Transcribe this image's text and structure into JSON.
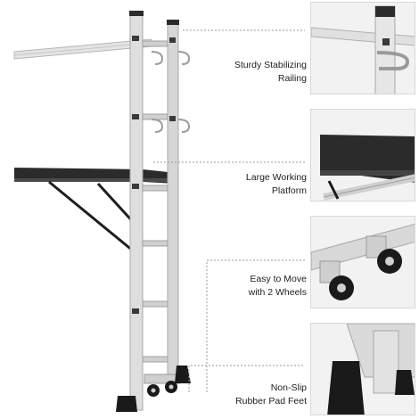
{
  "features": [
    {
      "id": "railing",
      "line1": "Sturdy Stabilizing",
      "line2": "Railing"
    },
    {
      "id": "platform",
      "line1": "Large Working",
      "line2": "Platform"
    },
    {
      "id": "wheels",
      "line1": "Easy to Move",
      "line2": "with 2 Wheels"
    },
    {
      "id": "feet",
      "line1": "Non-Slip",
      "line2": "Rubber Pad Feet"
    }
  ],
  "colors": {
    "aluminum": "#dcdcdc",
    "aluminum_dark": "#a9a9a9",
    "platform": "#2b2b2b",
    "rubber": "#1a1a1a",
    "leader_line": "#9a9a9a"
  },
  "icons": [
    "railing-hook-icon",
    "wheel-icon",
    "rubber-foot-icon"
  ]
}
